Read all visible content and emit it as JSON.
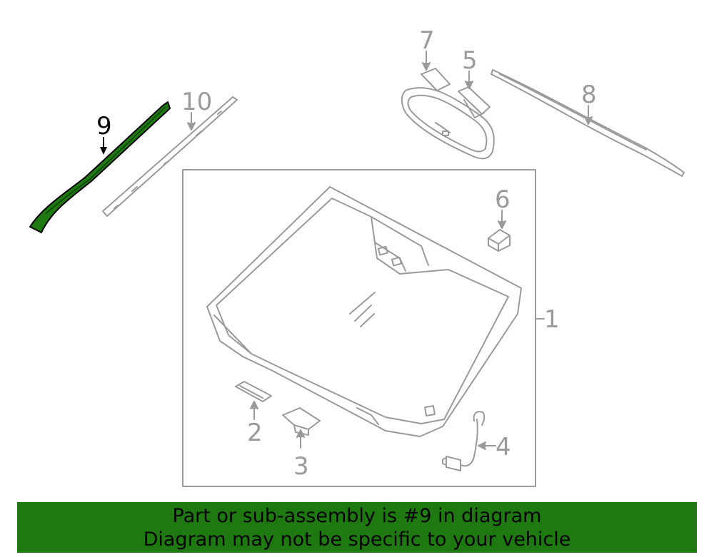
{
  "callouts": {
    "c1": "1",
    "c2": "2",
    "c3": "3",
    "c4": "4",
    "c5": "5",
    "c6": "6",
    "c7": "7",
    "c8": "8",
    "c9": "9",
    "c10": "10"
  },
  "highlight_part": "9",
  "colors": {
    "banner": "#1e7a10",
    "highlight": "#1e7a10",
    "line": "#9a9a9a"
  },
  "banner": {
    "line1": "Part or sub-assembly is #9 in diagram",
    "line2": "Diagram may not be specific to your vehicle"
  }
}
